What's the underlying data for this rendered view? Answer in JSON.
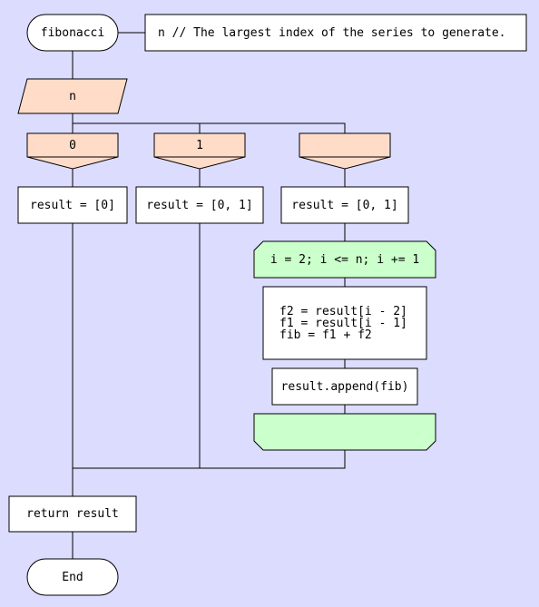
{
  "colors": {
    "background": "#dcdcff",
    "terminal": "#ffffff",
    "io": "#ffdcc8",
    "switch": "#ffdcc8",
    "process": "#ffffff",
    "loop": "#cbffcb",
    "line": "#000000"
  },
  "start": {
    "label": "fibonacci"
  },
  "comment": {
    "text": "n // The largest index of the series to generate."
  },
  "input": {
    "label": "n"
  },
  "cases": [
    {
      "label": "0",
      "action": "result = [0]"
    },
    {
      "label": "1",
      "action": "result = [0, 1]"
    },
    {
      "label": "",
      "action": "result = [0, 1]"
    }
  ],
  "loop": {
    "header": "i = 2; i <= n; i += 1",
    "body": "f2 = result[i - 2]\nf1 = result[i - 1]\nfib = f1 + f2",
    "append": "result.append(fib)"
  },
  "return": {
    "label": "return result"
  },
  "end": {
    "label": "End"
  }
}
